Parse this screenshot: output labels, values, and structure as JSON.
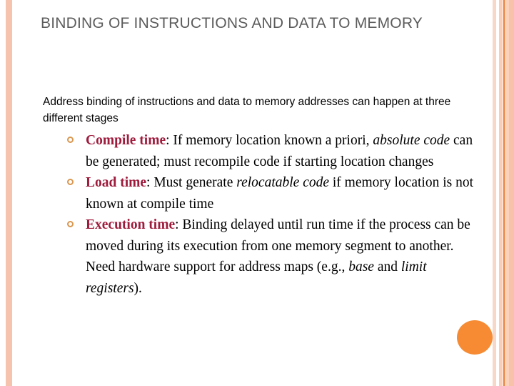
{
  "slide": {
    "title": "Binding of Instructions and Data to Memory",
    "intro": "Address binding of instructions and data to memory addresses can happen at three different stages",
    "bullets": [
      {
        "lead": "Compile time",
        "sep": ":  ",
        "part1": "If memory location known a priori, ",
        "em1": "absolute code",
        "part2": " can be generated; must recompile code if starting location changes",
        "em2": "",
        "part3": "",
        "em3": "",
        "part4": ""
      },
      {
        "lead": "Load time",
        "sep": ":  ",
        "part1": "Must generate ",
        "em1": "relocatable code",
        "part2": " if memory location is not known at compile time",
        "em2": "",
        "part3": "",
        "em3": "",
        "part4": ""
      },
      {
        "lead": "Execution time",
        "sep": ":  ",
        "part1": "Binding delayed until run time if the process can be moved during its execution from one memory segment to another.  Need hardware support for address maps (e.g., ",
        "em1": "base",
        "part2": " and ",
        "em2": "limit registers",
        "part3": ").",
        "em3": "",
        "part4": ""
      }
    ],
    "decor": {
      "bullet_icon": "hollow-circle-bullet",
      "accent_dot_icon": "orange-circle-accent",
      "left_bar_color": "#f6c4ae",
      "accent_color": "#f68b33",
      "lead_color": "#9e1b3c",
      "title_color": "#5c5c5c",
      "stripe_colors": [
        "#f7d8c8",
        "#f9cdb6",
        "#e8803a",
        "#fbd3bd",
        "#f8c2aa"
      ]
    }
  }
}
